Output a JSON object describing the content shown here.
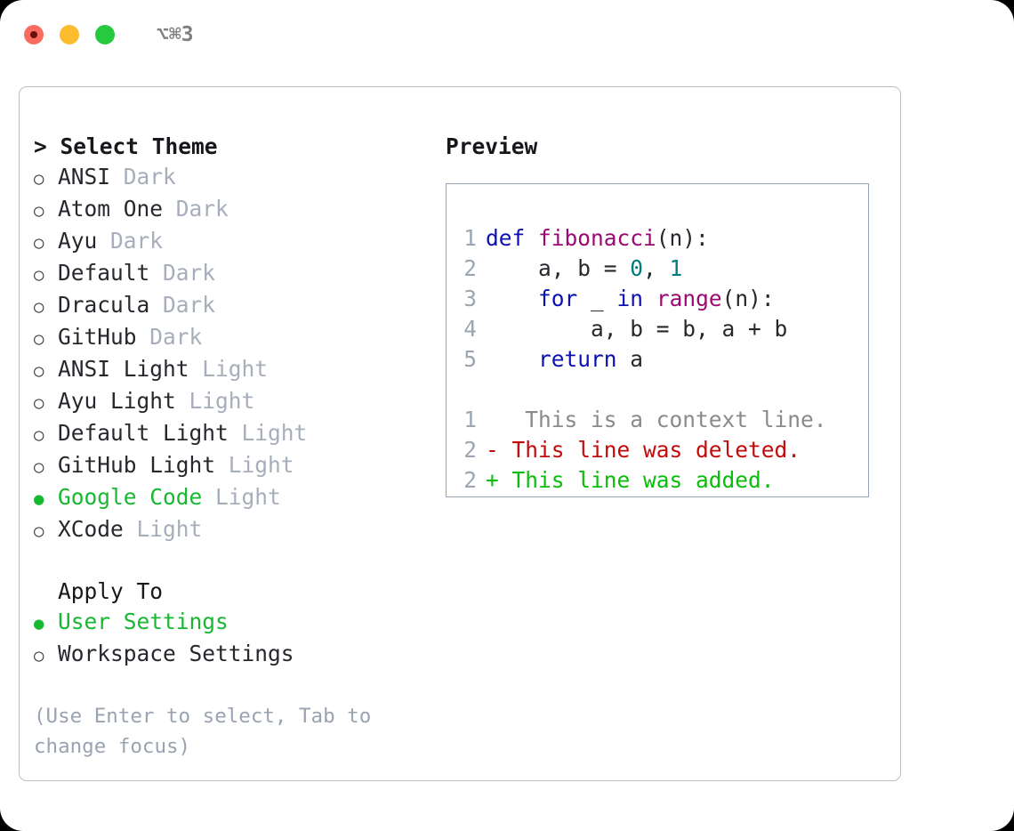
{
  "window": {
    "shortcut": "⌥⌘3",
    "traffic_lights": [
      {
        "name": "close",
        "color": "#fa6b60"
      },
      {
        "name": "minimize",
        "color": "#fbbd2e"
      },
      {
        "name": "maximize",
        "color": "#27c93f"
      }
    ]
  },
  "theme_picker": {
    "header": "> Select Theme",
    "header_prefix": ">",
    "bullet_off": "○",
    "bullet_on": "●",
    "themes": [
      {
        "name": "ANSI",
        "variant": "Dark",
        "selected": false
      },
      {
        "name": "Atom One",
        "variant": "Dark",
        "selected": false
      },
      {
        "name": "Ayu",
        "variant": "Dark",
        "selected": false
      },
      {
        "name": "Default",
        "variant": "Dark",
        "selected": false
      },
      {
        "name": "Dracula",
        "variant": "Dark",
        "selected": false
      },
      {
        "name": "GitHub",
        "variant": "Dark",
        "selected": false
      },
      {
        "name": "ANSI Light",
        "variant": "Light",
        "selected": false
      },
      {
        "name": "Ayu Light",
        "variant": "Light",
        "selected": false
      },
      {
        "name": "Default Light",
        "variant": "Light",
        "selected": false
      },
      {
        "name": "GitHub Light",
        "variant": "Light",
        "selected": false
      },
      {
        "name": "Google Code",
        "variant": "Light",
        "selected": true
      },
      {
        "name": "XCode",
        "variant": "Light",
        "selected": false
      }
    ],
    "apply_to": {
      "title": "Apply To",
      "options": [
        {
          "name": "User Settings",
          "selected": true
        },
        {
          "name": "Workspace Settings",
          "selected": false
        }
      ]
    },
    "hint": "(Use Enter to select, Tab to change focus)"
  },
  "preview": {
    "title": "Preview",
    "code_lines": [
      {
        "num": "1",
        "tokens": [
          {
            "t": "def",
            "c": "kw"
          },
          {
            "t": " ",
            "c": "plain"
          },
          {
            "t": "fibonacci",
            "c": "fn"
          },
          {
            "t": "(n):",
            "c": "plain"
          }
        ]
      },
      {
        "num": "2",
        "tokens": [
          {
            "t": "    a, b = ",
            "c": "plain"
          },
          {
            "t": "0",
            "c": "num"
          },
          {
            "t": ", ",
            "c": "plain"
          },
          {
            "t": "1",
            "c": "num"
          }
        ]
      },
      {
        "num": "3",
        "tokens": [
          {
            "t": "    ",
            "c": "plain"
          },
          {
            "t": "for",
            "c": "kw"
          },
          {
            "t": " _ ",
            "c": "plain"
          },
          {
            "t": "in",
            "c": "kw"
          },
          {
            "t": " ",
            "c": "plain"
          },
          {
            "t": "range",
            "c": "fn"
          },
          {
            "t": "(n):",
            "c": "plain"
          }
        ]
      },
      {
        "num": "4",
        "tokens": [
          {
            "t": "        a, b = b, a + b",
            "c": "plain"
          }
        ]
      },
      {
        "num": "5",
        "tokens": [
          {
            "t": "    ",
            "c": "plain"
          },
          {
            "t": "return",
            "c": "kw"
          },
          {
            "t": " a",
            "c": "plain"
          }
        ]
      }
    ],
    "diff_lines": [
      {
        "num": "1",
        "marker": " ",
        "text": "  This is a context line.",
        "kind": "ctx"
      },
      {
        "num": "2",
        "marker": "-",
        "text": " This line was deleted.",
        "kind": "del"
      },
      {
        "num": "2",
        "marker": "+",
        "text": " This line was added.",
        "kind": "add"
      }
    ]
  }
}
